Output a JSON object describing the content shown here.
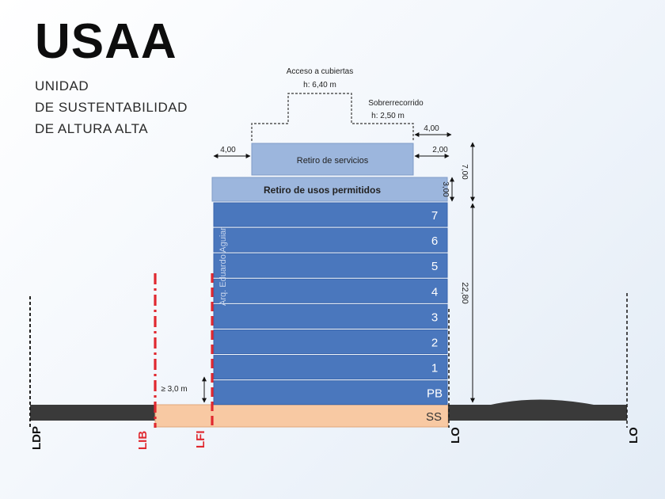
{
  "header": {
    "title": "USAA",
    "subtitle_lines": [
      "UNIDAD",
      "DE SUSTENTABILIDAD",
      "DE ALTURA ALTA"
    ]
  },
  "building": {
    "floors": [
      "7",
      "6",
      "5",
      "4",
      "3",
      "2",
      "1",
      "PB"
    ],
    "basement": "SS",
    "retiro_usos": "Retiro de usos permitidos",
    "retiro_servicios": "Retiro de servicios",
    "author": "Arq. Eduardo Aguiar"
  },
  "annotations": {
    "acceso_title": "Acceso a cubiertas",
    "acceso_height": "h: 6,40 m",
    "sobre_title": "Sobrerrecorrido",
    "sobre_height": "h: 2,50 m",
    "dim_left_400": "4,00",
    "dim_right_400": "4,00",
    "dim_200": "2,00",
    "dim_300": "3,00",
    "dim_700": "7,00",
    "dim_2280": "22,80",
    "dim_ground": "≥ 3,0 m"
  },
  "lines": {
    "ldp": "LDP",
    "lib": "LIB",
    "lfi": "LFI",
    "lo_left": "LO",
    "lo_right": "LO"
  },
  "colors": {
    "floor_blue": "#4a77bd",
    "setback_light": "#9cb6dd",
    "basement_orange": "#f8c9a3",
    "red_line": "#e0282f",
    "ground": "#3a3a3a"
  }
}
